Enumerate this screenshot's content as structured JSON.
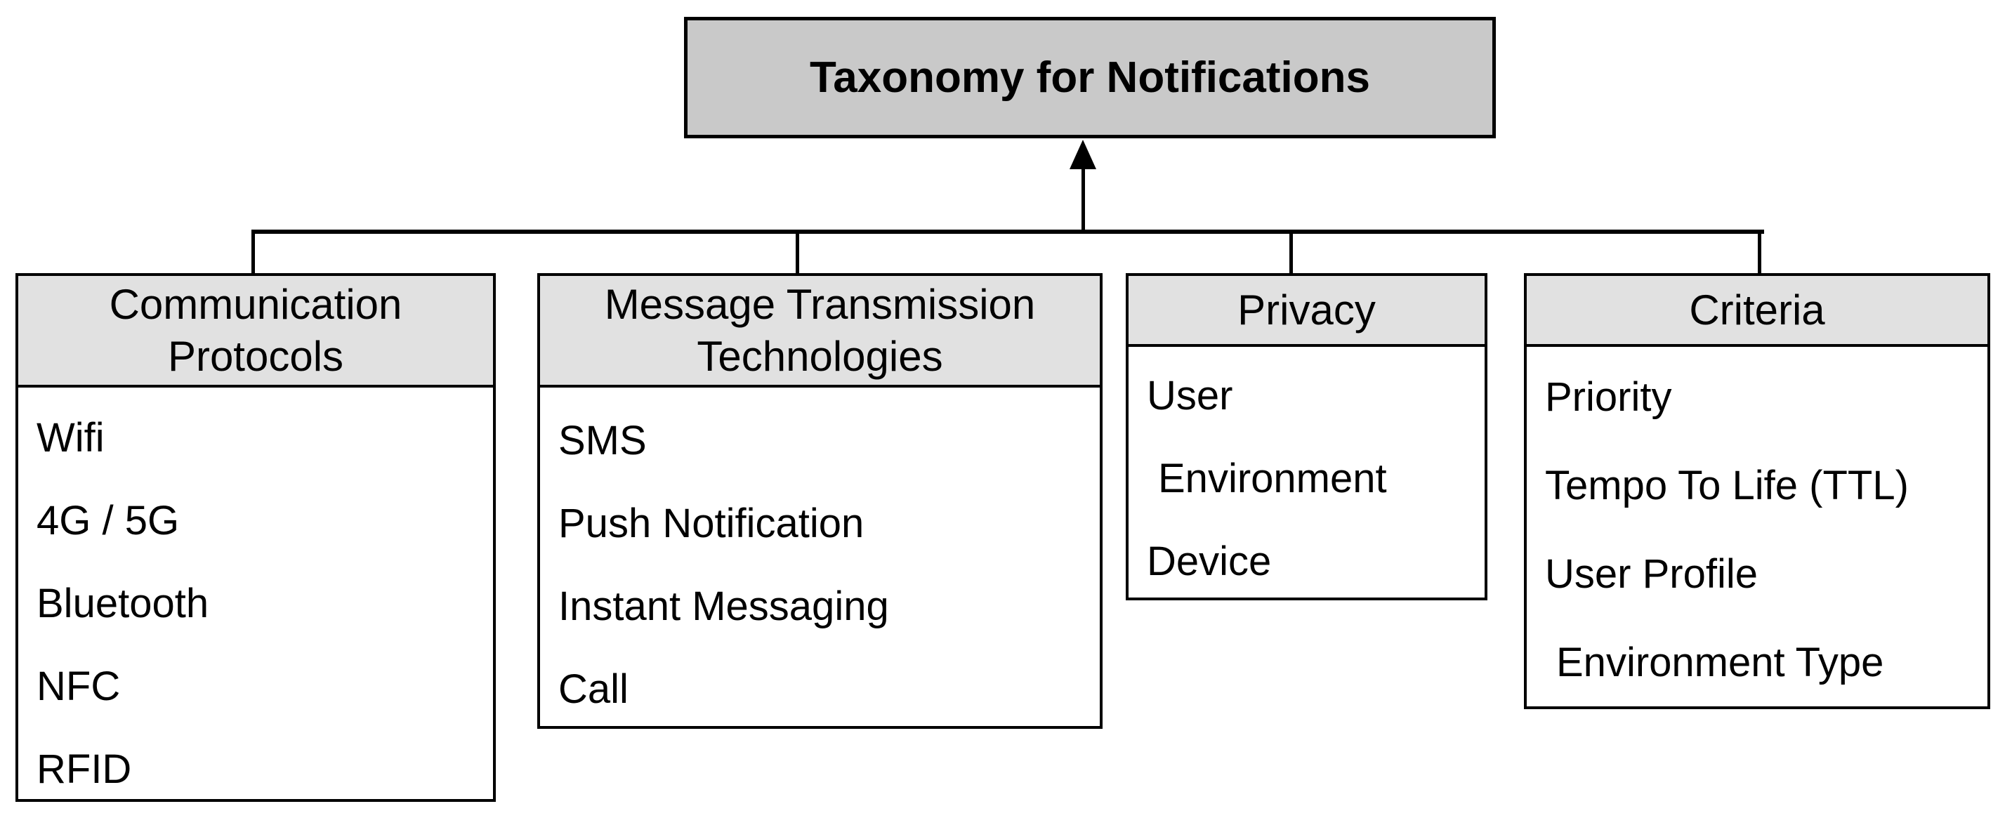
{
  "diagram": {
    "root": {
      "label": "Taxonomy for Notifications"
    },
    "boxes": [
      {
        "header": "Communication Protocols",
        "items": [
          "Wifi",
          "4G / 5G",
          "Bluetooth",
          "NFC",
          "RFID"
        ]
      },
      {
        "header": "Message Transmission Technologies",
        "items": [
          "SMS",
          "Push Notification",
          "Instant Messaging",
          "Call"
        ]
      },
      {
        "header": "Privacy",
        "items": [
          "User",
          "Environment",
          "Device"
        ]
      },
      {
        "header": "Criteria",
        "items": [
          "Priority",
          "Tempo To Life (TTL)",
          "User Profile",
          "Environment Type"
        ]
      }
    ],
    "colors": {
      "root_fill": "#c9c9c9",
      "header_fill": "#e1e1e1",
      "line": "#000000",
      "background": "#ffffff"
    }
  }
}
